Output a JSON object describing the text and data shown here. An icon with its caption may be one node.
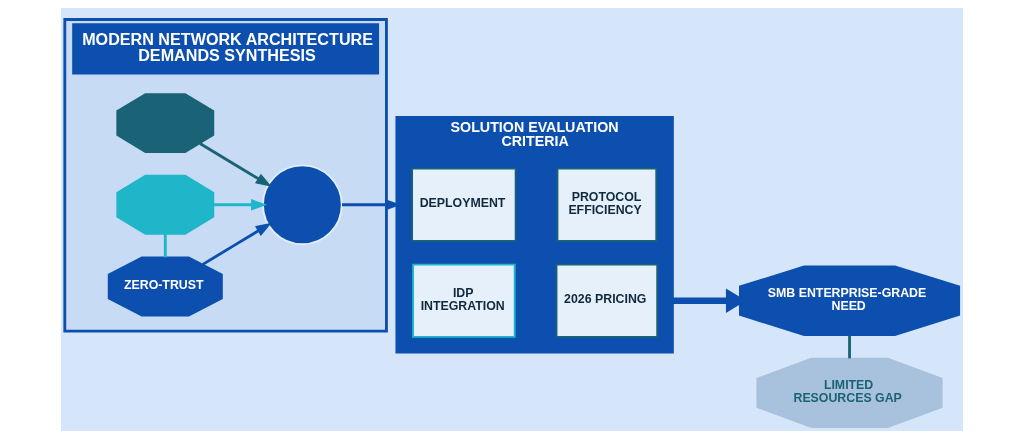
{
  "diagram": {
    "nodes": [
      {
        "text": [
          "MODERN NETWORK ARCHITECTURE DEMANDS SYNTHESIS"
        ]
      },
      {
        "text": [],
        "shape": "octagon",
        "in": 0
      },
      {
        "text": [],
        "shape": "octagon",
        "in": 0
      },
      {
        "text": [
          "ZERO-TRUST"
        ],
        "in": 0
      },
      {
        "text": [],
        "shape": "circle",
        "in": 0
      },
      {
        "text": [
          "SOLUTION EVALUATION CRITERIA"
        ]
      },
      {
        "text": [
          "DEPLOYMENT"
        ],
        "in": 5
      },
      {
        "text": [
          "PROTOCOL EFFICIENCY"
        ],
        "in": 5
      },
      {
        "text": [
          "IDP INTEGRATION"
        ],
        "in": 5
      },
      {
        "text": [
          "2026 PRICING"
        ],
        "in": 5
      },
      {
        "text": [
          "SMB ENTERPRISE-GRADE NEED"
        ]
      },
      {
        "text": [
          "LIMITED RESOURCES GAP"
        ]
      }
    ],
    "edges": [
      {
        "from": 1,
        "to": 4,
        "arrow": "to",
        "color": "#1a6276"
      },
      {
        "from": 2,
        "to": 4,
        "arrow": "to",
        "color": "#1fb6c9"
      },
      {
        "from": 3,
        "to": 4,
        "arrow": "to"
      },
      {
        "from": 3,
        "to": 2,
        "arrow": "none",
        "color": "#1fb6c9"
      },
      {
        "from": 4,
        "to": 5,
        "arrow": "to"
      },
      {
        "from": 5,
        "to": 10,
        "arrow": "to",
        "style": "thick"
      },
      {
        "from": 10,
        "to": 11,
        "arrow": "none",
        "color": "#1a6276"
      }
    ]
  }
}
